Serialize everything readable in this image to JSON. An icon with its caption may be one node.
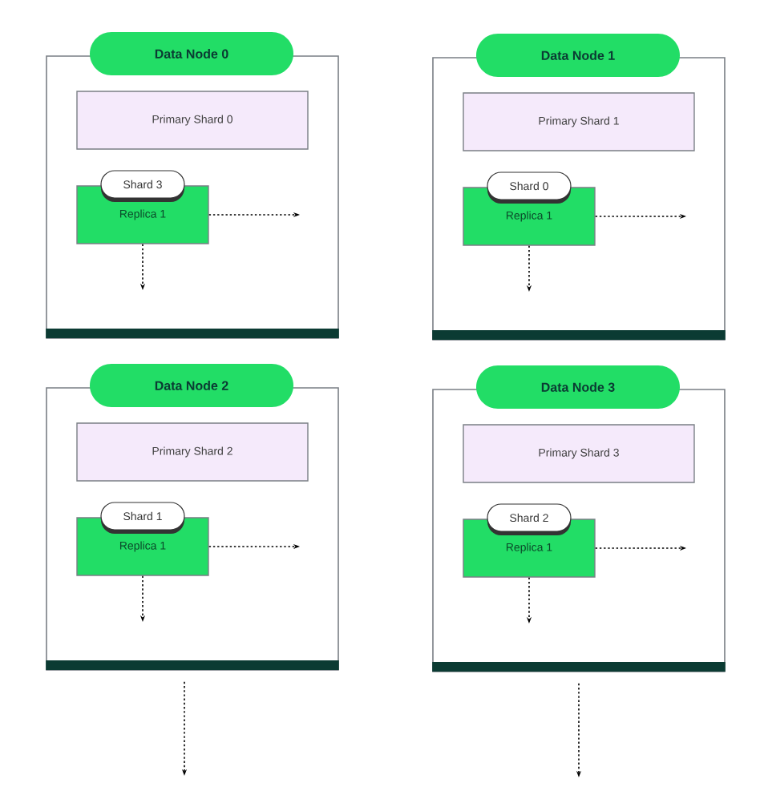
{
  "diagram": {
    "nodes": [
      {
        "text": [
          "Data Node 0"
        ]
      },
      {
        "text": [
          "Primary Shard 0"
        ],
        "in": 0
      },
      {
        "text": [
          "Shard 3",
          "Replica 1"
        ],
        "in": 0
      },
      {
        "text": [
          "Data Node 1"
        ]
      },
      {
        "text": [
          "Primary Shard 1"
        ],
        "in": 3
      },
      {
        "text": [
          "Shard 0",
          "Replica 1"
        ],
        "in": 3
      },
      {
        "text": [
          "Data Node 2"
        ]
      },
      {
        "text": [
          "Primary Shard 2"
        ],
        "in": 6
      },
      {
        "text": [
          "Shard 1",
          "Replica 1"
        ],
        "in": 6
      },
      {
        "text": [
          "Data Node 3"
        ]
      },
      {
        "text": [
          "Primary Shard 3"
        ],
        "in": 9
      },
      {
        "text": [
          "Shard 2",
          "Replica 1"
        ],
        "in": 9
      }
    ],
    "edges": [
      {
        "from": 2,
        "to": null,
        "arrow": "to"
      },
      {
        "from": 2,
        "to": null,
        "arrow": "to"
      },
      {
        "from": 5,
        "to": null,
        "arrow": "to"
      },
      {
        "from": 5,
        "to": null,
        "arrow": "to"
      },
      {
        "from": 8,
        "to": null,
        "arrow": "to"
      },
      {
        "from": 8,
        "to": null,
        "arrow": "to"
      },
      {
        "from": 11,
        "to": null,
        "arrow": "to"
      },
      {
        "from": 11,
        "to": null,
        "arrow": "to"
      },
      {
        "from": 6,
        "to": null,
        "arrow": "to"
      },
      {
        "from": 9,
        "to": null,
        "arrow": "to"
      }
    ]
  }
}
